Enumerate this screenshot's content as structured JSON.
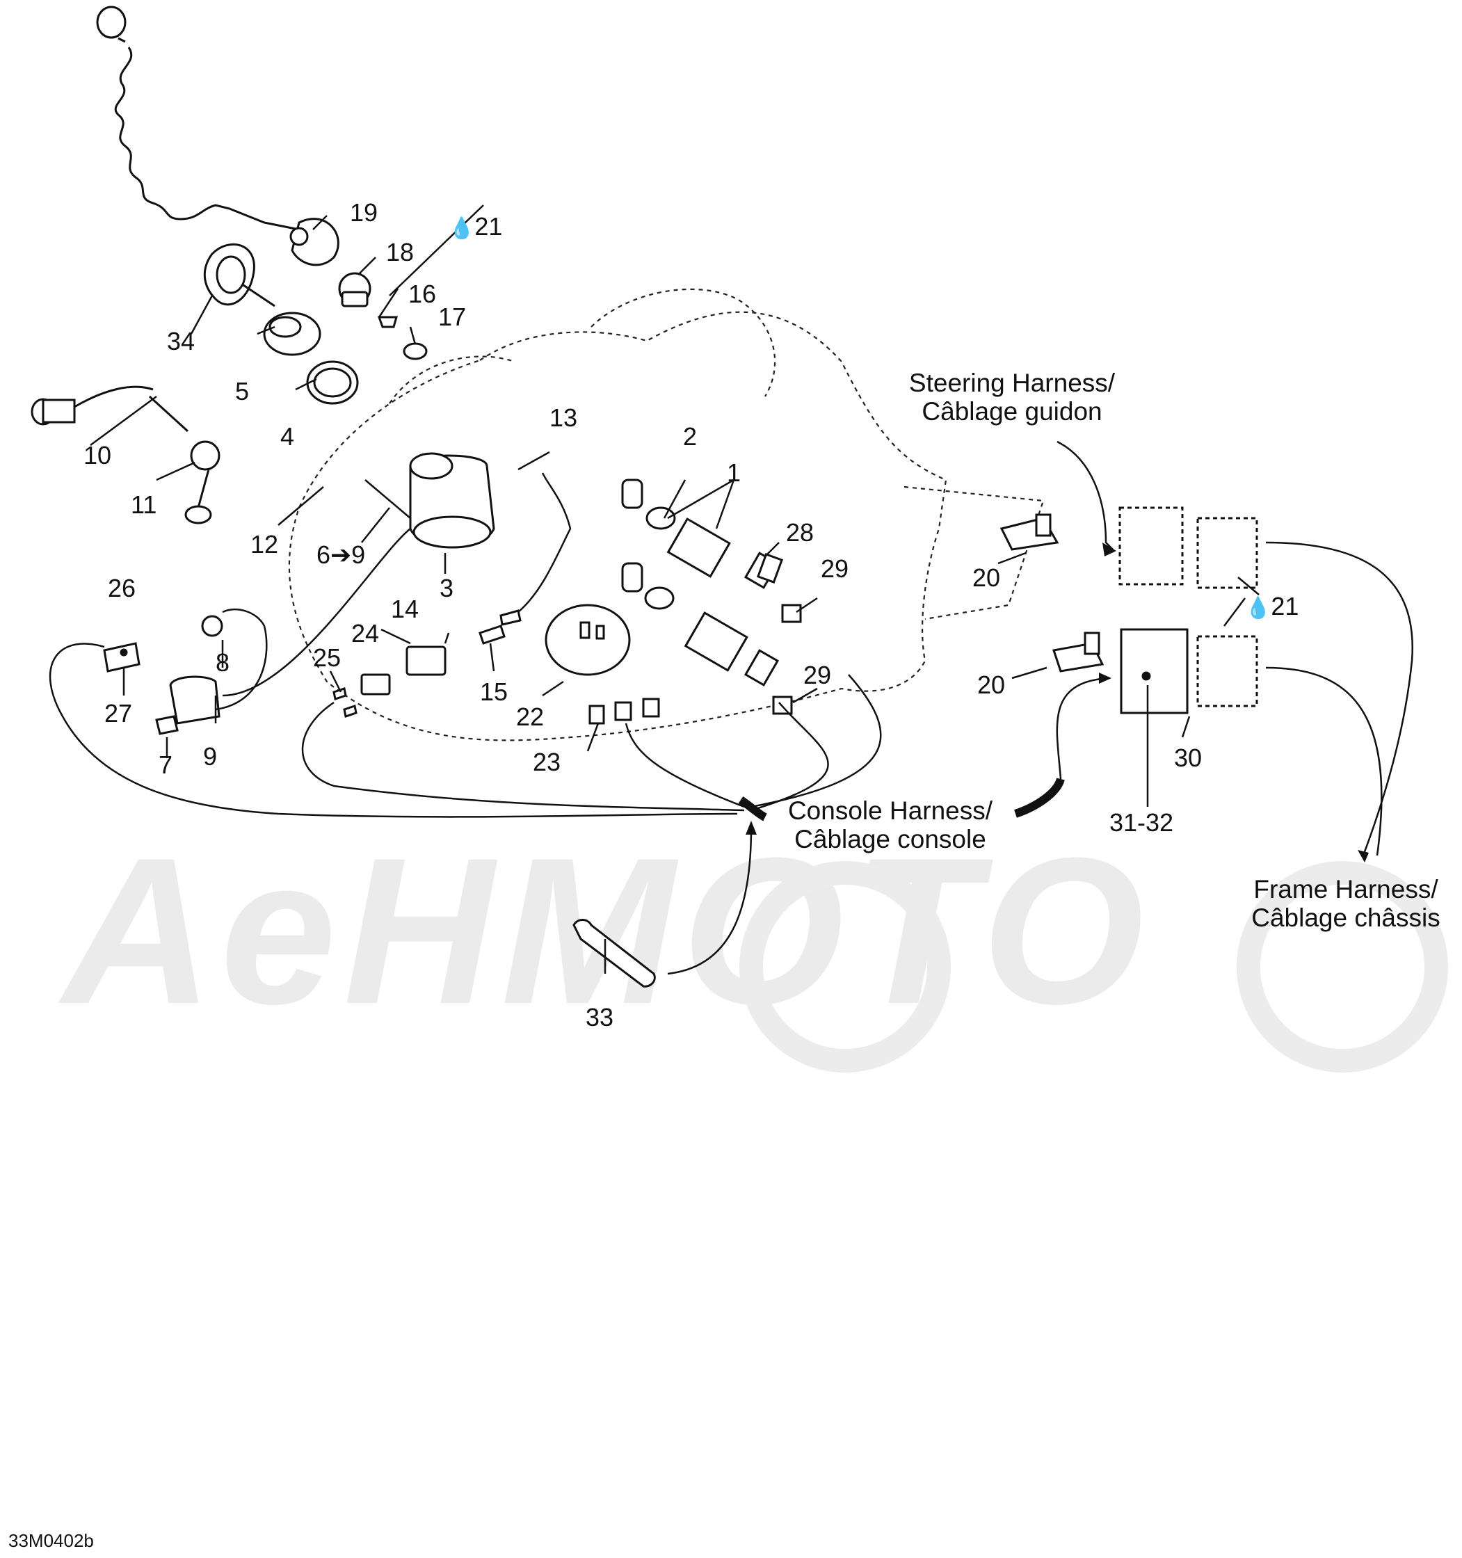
{
  "watermark": {
    "text": "AeHMOTO"
  },
  "harness_labels": {
    "steering": {
      "line1": "Steering Harness/",
      "line2": "Câblage guidon"
    },
    "console": {
      "line1": "Console Harness/",
      "line2": "Câblage console"
    },
    "frame": {
      "line1": "Frame Harness/",
      "line2": "Câblage châssis"
    }
  },
  "callouts": {
    "c1": "1",
    "c2": "2",
    "c3": "3",
    "c4": "4",
    "c5": "5",
    "c6": "6➔9",
    "c7": "7",
    "c8": "8",
    "c9": "9",
    "c10": "10",
    "c11": "11",
    "c12": "12",
    "c13": "13",
    "c14": "14",
    "c15": "15",
    "c16": "16",
    "c17": "17",
    "c18": "18",
    "c19": "19",
    "c20a": "20",
    "c20b": "20",
    "c21a": "21",
    "c21b": "21",
    "c22": "22",
    "c23": "23",
    "c24": "24",
    "c25": "25",
    "c26": "26",
    "c27": "27",
    "c28": "28",
    "c29a": "29",
    "c29b": "29",
    "c30": "30",
    "c3132": "31-32",
    "c33": "33",
    "c34": "34"
  },
  "drop_icon": "oil-drop-icon",
  "figure_code": "33M0402b"
}
